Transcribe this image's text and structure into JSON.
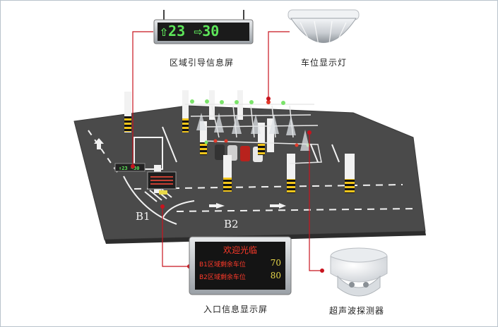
{
  "guide_display": {
    "caption": "区域引导信息屏",
    "left_value": "23",
    "right_value": "30",
    "arrow_left": "up-arrow-icon",
    "arrow_right": "right-arrow-icon"
  },
  "space_light": {
    "caption": "车位显示灯"
  },
  "entrance_display": {
    "caption": "入口信息显示屏",
    "title": "欢迎光临",
    "rows": [
      {
        "label": "B1区域剩余车位",
        "value": "70"
      },
      {
        "label": "B2区域剩余车位",
        "value": "80"
      }
    ]
  },
  "ultrasonic_detector": {
    "caption": "超声波探测器"
  },
  "zones": {
    "b1": "B1",
    "b2": "B2"
  },
  "mini_display": {
    "left_value": "23",
    "right_value": "30"
  },
  "colors": {
    "callout_red": "#c8141e",
    "led_green": "#5ee65a",
    "led_red": "#ff2a2a",
    "led_yellow": "#e8d84a",
    "floor": "#4a4a4a"
  }
}
